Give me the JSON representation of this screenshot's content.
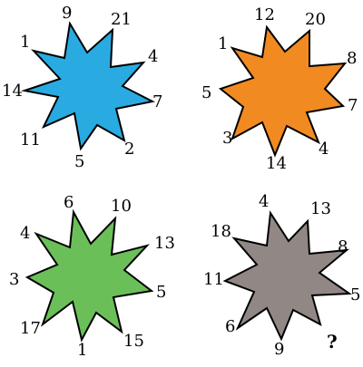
{
  "puzzle": {
    "stars": [
      {
        "name": "star-blue",
        "color": "#29abe2",
        "numbers": [
          "9",
          "21",
          "4",
          "7",
          "2",
          "5",
          "11",
          "14",
          "1"
        ]
      },
      {
        "name": "star-orange",
        "color": "#f28a22",
        "numbers": [
          "12",
          "20",
          "8",
          "7",
          "4",
          "14",
          "3",
          "5",
          "1"
        ]
      },
      {
        "name": "star-green",
        "color": "#6bbf59",
        "numbers": [
          "6",
          "10",
          "13",
          "5",
          "15",
          "1",
          "17",
          "3",
          "4"
        ]
      },
      {
        "name": "star-gray",
        "color": "#918886",
        "numbers": [
          "4",
          "13",
          "8",
          "5",
          "?",
          "9",
          "6",
          "11",
          "18"
        ]
      }
    ]
  }
}
